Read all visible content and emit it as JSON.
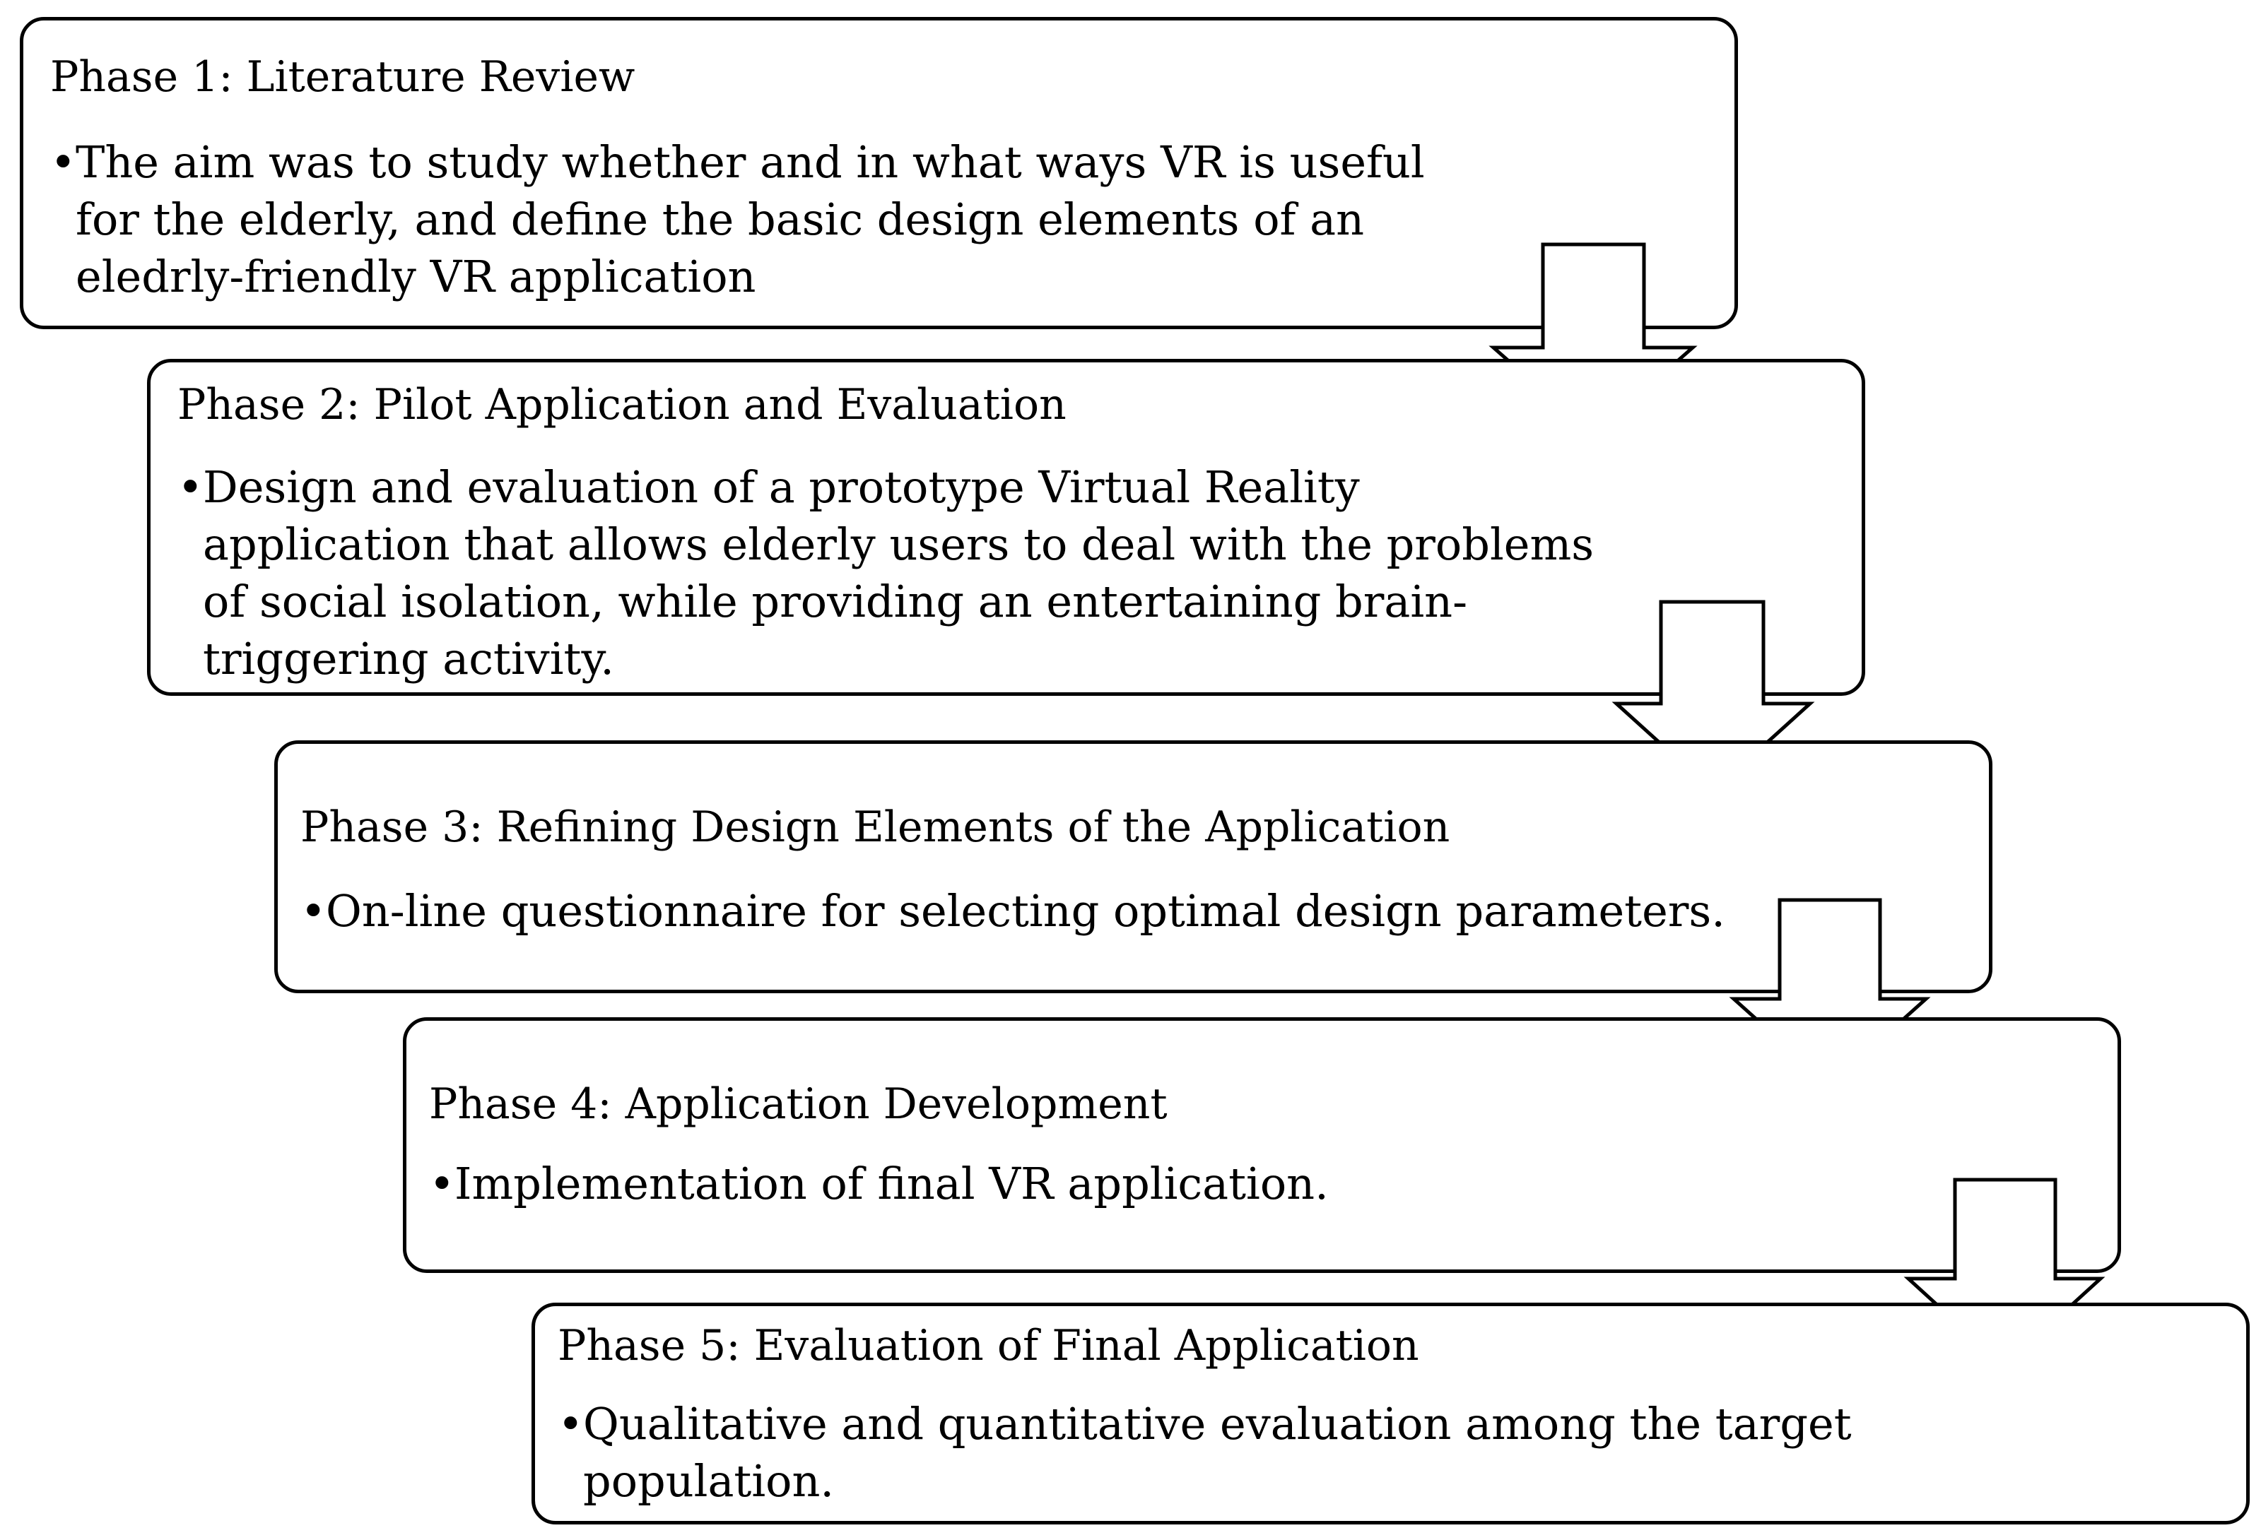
{
  "phases": [
    {
      "title": "Phase 1: Literature Review",
      "bullet_lines": [
        "The aim was to study whether and in what ways VR is useful",
        "for the elderly, and define the basic design elements of an",
        "eledrly-friendly VR application"
      ]
    },
    {
      "title": "Phase 2: Pilot Application and Evaluation",
      "bullet_lines": [
        "Design and evaluation of a prototype Virtual Reality",
        "application that allows elderly users to deal with the problems",
        "of social isolation, while providing an entertaining brain-",
        "triggering activity."
      ]
    },
    {
      "title": "Phase 3: Refining Design Elements of the Application",
      "bullet_lines": [
        "On-line questionnaire for selecting optimal design parameters."
      ]
    },
    {
      "title": "Phase 4: Application Development",
      "bullet_lines": [
        "Implementation of final VR application."
      ]
    },
    {
      "title": "Phase 5: Evaluation of Final Application",
      "bullet_lines": [
        "Qualitative and quantitative evaluation among the target",
        "population."
      ]
    }
  ],
  "bullet_glyph": "•",
  "colors": {
    "stroke": "#000000",
    "fill": "#ffffff"
  }
}
